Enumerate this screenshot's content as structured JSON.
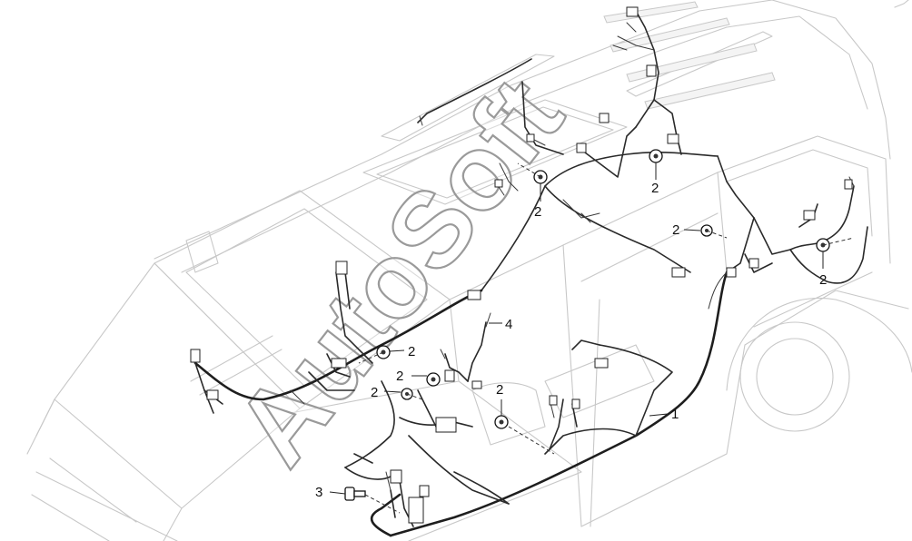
{
  "watermark": {
    "text": "AutoSoft"
  },
  "callouts": [
    {
      "id": "c1",
      "label": "1"
    },
    {
      "id": "c2a",
      "label": "2"
    },
    {
      "id": "c2b",
      "label": "2"
    },
    {
      "id": "c2c",
      "label": "2"
    },
    {
      "id": "c2d",
      "label": "2"
    },
    {
      "id": "c2e",
      "label": "2"
    },
    {
      "id": "c2f",
      "label": "2"
    },
    {
      "id": "c2g",
      "label": "2"
    },
    {
      "id": "c2h",
      "label": "2"
    },
    {
      "id": "c3",
      "label": "3"
    },
    {
      "id": "c4",
      "label": "4"
    }
  ],
  "colors": {
    "body_outline": "#c8c8c8",
    "harness": "#2a2a2a",
    "text": "#111111",
    "background": "#ffffff"
  }
}
